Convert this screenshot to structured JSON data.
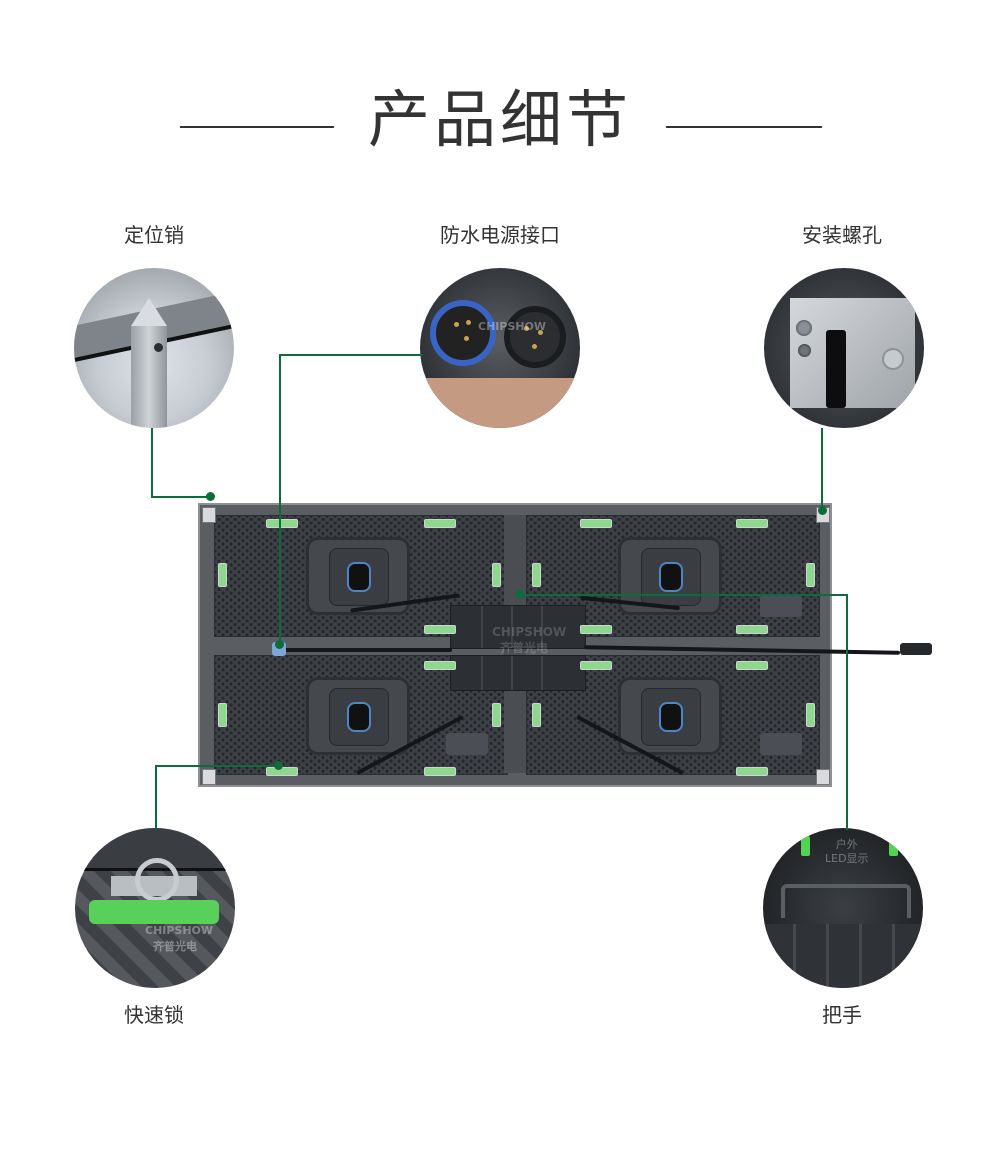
{
  "header": {
    "title": "产品细节"
  },
  "features": [
    {
      "id": "locating-pin",
      "label": "定位销",
      "position": "top-left"
    },
    {
      "id": "waterproof-power-port",
      "label": "防水电源接口",
      "position": "top-center"
    },
    {
      "id": "mounting-screw-hole",
      "label": "安装螺孔",
      "position": "top-right"
    },
    {
      "id": "quick-lock",
      "label": "快速锁",
      "position": "bottom-left"
    },
    {
      "id": "handle",
      "label": "把手",
      "position": "bottom-right"
    }
  ],
  "watermarks": {
    "brand_en": "CHIPSHOW",
    "brand_cn": "齐普光电",
    "handle_text_line1": "户外",
    "handle_text_line2": "LED显示"
  },
  "colors": {
    "accent_green": "#0e6b3a",
    "clip_green": "#8ed88e",
    "title_text": "#333333",
    "panel_dark": "#3d4146"
  }
}
